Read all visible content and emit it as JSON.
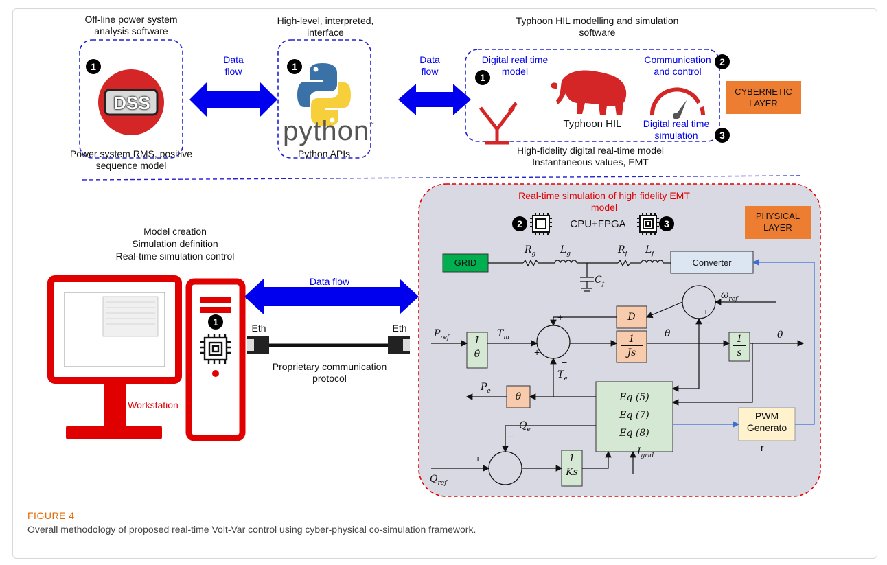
{
  "cyber": {
    "offline_label": [
      "Off-line power system",
      "analysis software"
    ],
    "dss_text": "DSS",
    "dss_bottom_label": [
      "Power system RMS, positive",
      "sequence model"
    ],
    "data_flow_1": [
      "Data",
      "flow"
    ],
    "python_top_label": [
      "High-level, interpreted,",
      "interface"
    ],
    "python_word": "python",
    "python_tm": "™",
    "python_apis": "Python APIs",
    "data_flow_2": [
      "Data",
      "flow"
    ],
    "typhoon_top_label": [
      "Typhoon HIL modelling and simulation",
      "software"
    ],
    "digital_model_label": [
      "Digital real time",
      "model"
    ],
    "typhoon_name": "Typhoon HIL",
    "comm_control_label": [
      "Communication",
      "and control"
    ],
    "digital_sim_label": [
      "Digital real time",
      "simulation"
    ],
    "hifi_label": [
      "High-fidelity digital real-time model",
      "Instantaneous values, EMT"
    ],
    "cyber_layer_label": [
      "CYBERNETIC",
      "LAYER"
    ]
  },
  "badges": [
    "1",
    "1",
    "1",
    "2",
    "3",
    "2",
    "3",
    "1"
  ],
  "physical": {
    "rt_sim_title": [
      "Real-time simulation of high fidelity EMT",
      "model"
    ],
    "cpu_fpga": "CPU+FPGA",
    "physical_layer_label": [
      "PHYSICAL",
      "LAYER"
    ],
    "grid": "GRID",
    "converter": "Converter",
    "pwm_label": [
      "PWM",
      "Generato",
      "r"
    ],
    "eq_lines": [
      "Eq (5)",
      "Eq (7)",
      "Eq (8)"
    ],
    "blocks": {
      "D": "D",
      "inertia_num": "1",
      "inertia_den": "θ̇",
      "Js_num": "1",
      "Js_den": "Js",
      "s_num": "1",
      "s_den": "s",
      "thetadot": "θ̇",
      "Ks_num": "1",
      "Ks_den": "Ks"
    },
    "signals": {
      "Rg": "R",
      "Rg_sub": "g",
      "Lg": "L",
      "Lg_sub": "g",
      "Rf": "R",
      "Rf_sub": "f",
      "Lf": "L",
      "Lf_sub": "f",
      "Cf": "C",
      "Cf_sub": "f",
      "wref": "ω",
      "wref_sub": "ref",
      "Pref": "P",
      "Pref_sub": "ref",
      "Tm": "T",
      "Tm_sub": "m",
      "Te": "T",
      "Te_sub": "e",
      "Pe": "P",
      "Pe_sub": "e",
      "Qe": "Q",
      "Qe_sub": "e",
      "Qref": "Q",
      "Qref_sub": "ref",
      "Igrid": "I",
      "Igrid_sub": "grid",
      "theta_dot": "θ̇",
      "theta": "θ"
    },
    "signs": {
      "plus": "+",
      "minus": "−"
    }
  },
  "workstation": {
    "label": [
      "Model creation",
      "Simulation definition",
      "Real-time simulation control"
    ],
    "name": "Workstation",
    "data_flow": "Data flow",
    "eth_left": "Eth",
    "eth_right": "Eth",
    "protocol": [
      "Proprietary communication",
      "protocol"
    ]
  },
  "caption": {
    "heading": "FIGURE 4",
    "text": "Overall methodology of proposed real-time Volt-Var control using cyber-physical co-simulation framework."
  },
  "colors": {
    "arrow_blue": "#0000ee",
    "dashed_blue": "#2222cc",
    "dashed_red": "#e00000",
    "orange_layer": "#ed7d31",
    "panel_gray": "#d9d9e3",
    "grid_green": "#00b050",
    "converter_fill": "#dce6f2",
    "pwm_fill": "#fff2cc",
    "workstation_red": "#e00000"
  }
}
